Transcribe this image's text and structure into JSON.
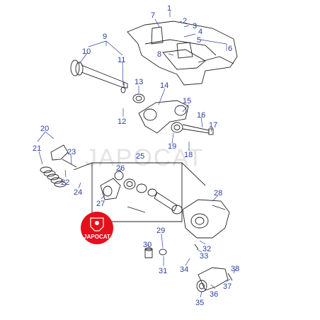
{
  "diagram": {
    "watermark": "JAPOCAT",
    "logo_text": "JAPOCAT",
    "accent_color": "#2a3f9e",
    "logo_color": "#e4101c",
    "callouts": [
      "1",
      "2",
      "3",
      "4",
      "5",
      "6",
      "7",
      "8",
      "9",
      "10",
      "11",
      "12",
      "13",
      "14",
      "15",
      "16",
      "17",
      "18",
      "19",
      "20",
      "21",
      "22",
      "23",
      "24",
      "25",
      "26",
      "27",
      "28",
      "29",
      "30",
      "31",
      "32",
      "33",
      "34",
      "35",
      "36",
      "37",
      "38"
    ]
  }
}
